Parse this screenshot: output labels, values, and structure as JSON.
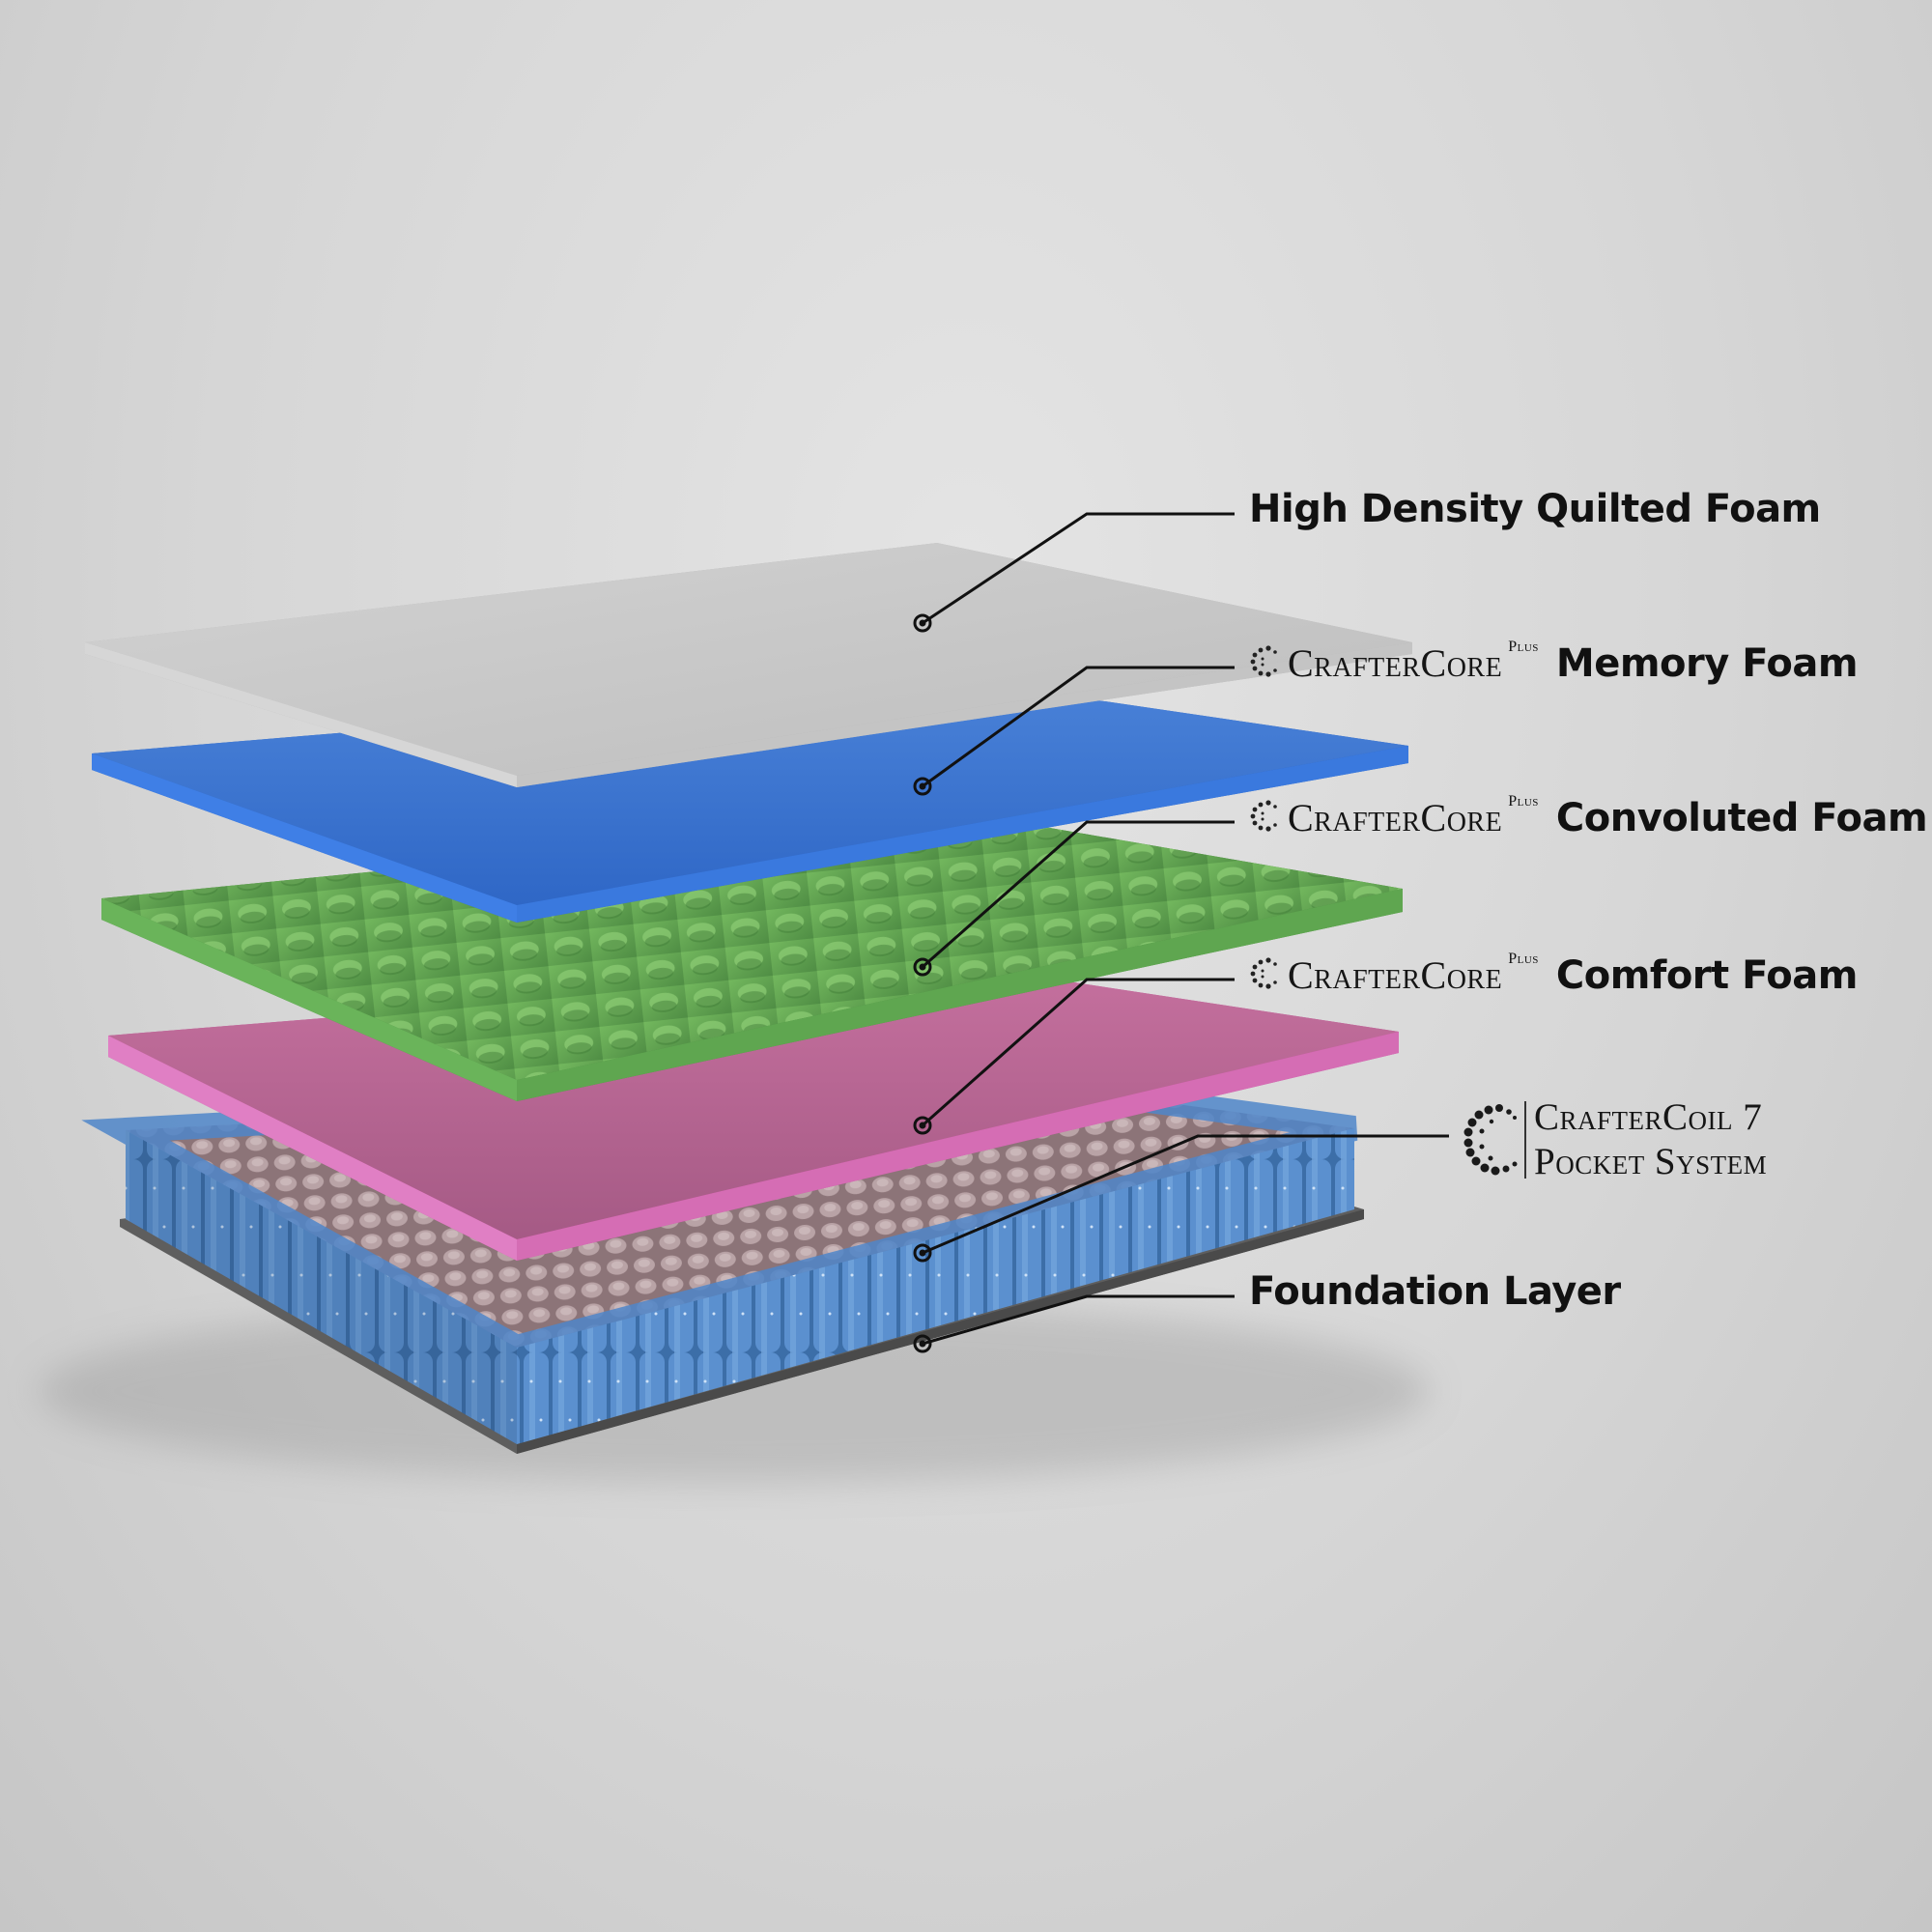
{
  "brand": {
    "name": "CrafterCore",
    "sup": "Plus"
  },
  "layers": [
    {
      "id": "quilted",
      "label": "High Density Quilted Foam",
      "branded": false,
      "color": "#c9c9c9"
    },
    {
      "id": "memory",
      "label": "Memory Foam",
      "branded": true,
      "color": "#3f7fe6"
    },
    {
      "id": "convoluted",
      "label": "Convoluted Foam",
      "branded": true,
      "color": "#6ab45a"
    },
    {
      "id": "comfort",
      "label": "Comfort Foam",
      "branded": true,
      "color": "#e07fc4"
    },
    {
      "id": "coil",
      "label_line1": "CrafterCoil 7",
      "label_line2": "Pocket System",
      "branded": false,
      "color": "#4f86c9"
    },
    {
      "id": "foundation",
      "label": "Foundation Layer",
      "branded": false,
      "color": "#6e6e6e"
    }
  ]
}
